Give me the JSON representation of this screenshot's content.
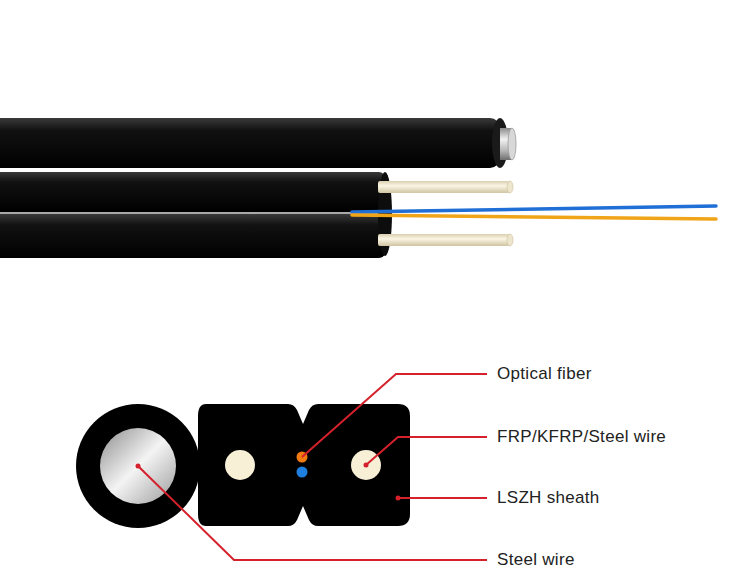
{
  "diagram": {
    "labels": [
      "Optical fiber",
      "FRP/KFRP/Steel wire",
      "LSZH sheath",
      "Steel wire"
    ]
  }
}
